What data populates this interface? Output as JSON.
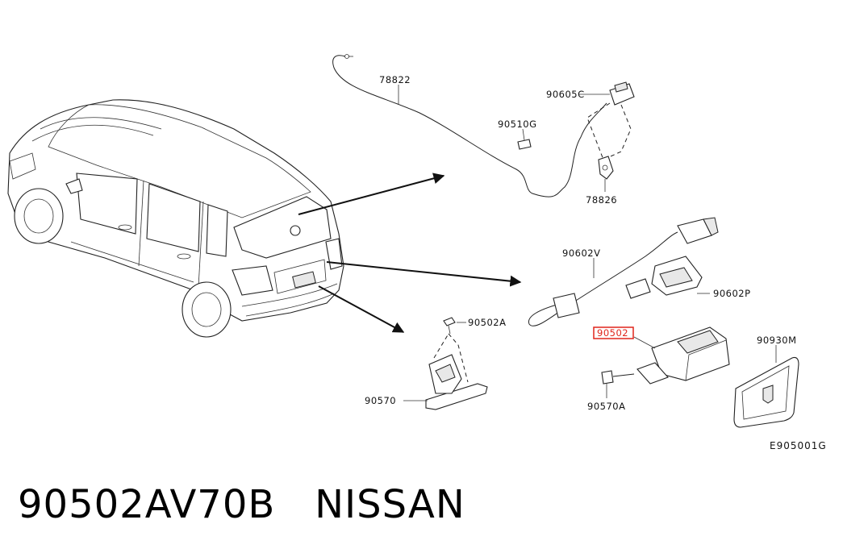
{
  "diagram": {
    "diagram_code": "E905001G",
    "callouts": {
      "c78822": "78822",
      "c90605C": "90605C",
      "c90510G": "90510G",
      "c78826": "78826",
      "c90602V": "90602V",
      "c90602P": "90602P",
      "c90502A": "90502A",
      "c90502": "90502",
      "c90930M": "90930M",
      "c90570": "90570",
      "c90570A": "90570A"
    },
    "highlight_color": "#e0251b"
  },
  "caption": {
    "part_number": "90502AV70B",
    "brand": "NISSAN"
  }
}
